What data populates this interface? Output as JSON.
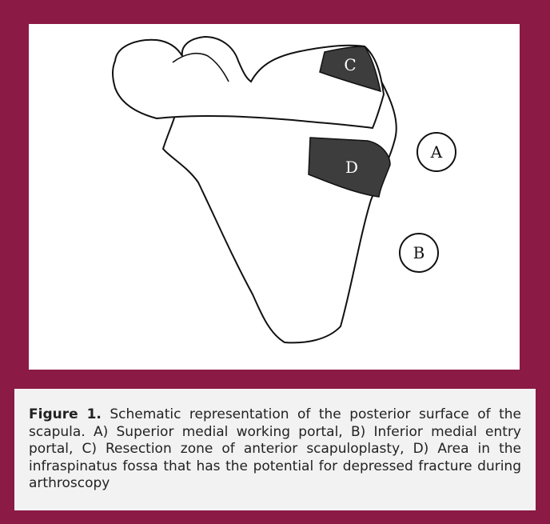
{
  "figure": {
    "labels": {
      "A": "A",
      "B": "B",
      "C": "C",
      "D": "D"
    },
    "colors": {
      "background": "#8b1a45",
      "shaded_zone": "#3d3d3d",
      "outline": "#111111",
      "caption_box": "#f2f2f2"
    }
  },
  "caption": {
    "label": "Figure 1.",
    "text": " Schematic representation of the posterior surface of the scapula. A) Superior medial working portal, B) Inferior medial entry portal, C) Resection zone of anterior scapuloplasty, D) Area in the infraspinatus fossa that has the potential for depressed fracture during arthroscopy"
  }
}
